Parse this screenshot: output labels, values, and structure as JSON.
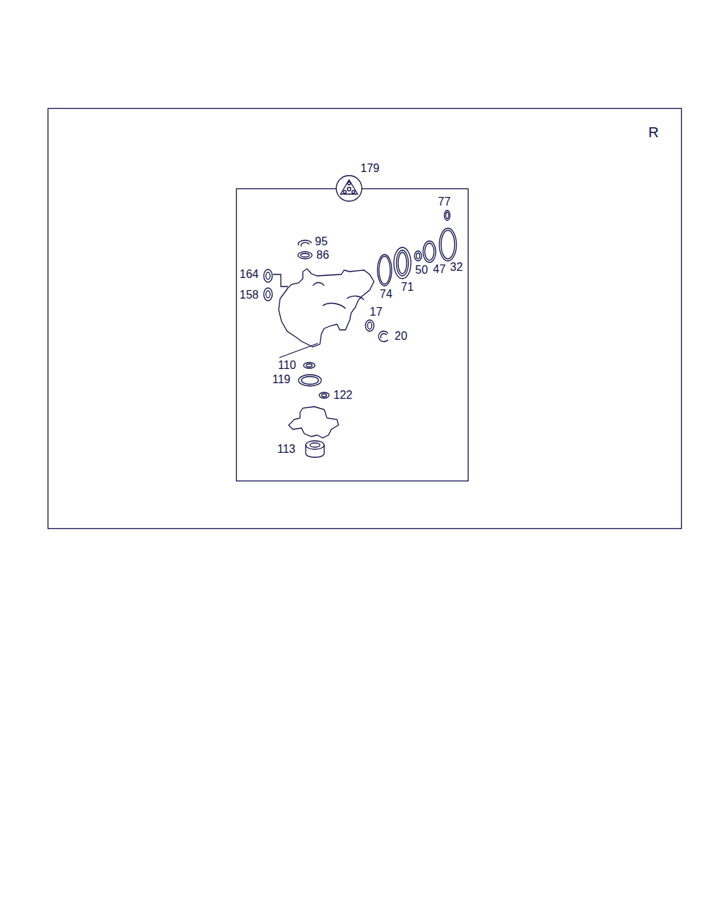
{
  "diagram": {
    "labels": [
      "R",
      "179",
      "77",
      "95",
      "86",
      "164",
      "158",
      "74",
      "71",
      "50",
      "47",
      "32",
      "17",
      "20",
      "110",
      "119",
      "122",
      "113"
    ]
  }
}
